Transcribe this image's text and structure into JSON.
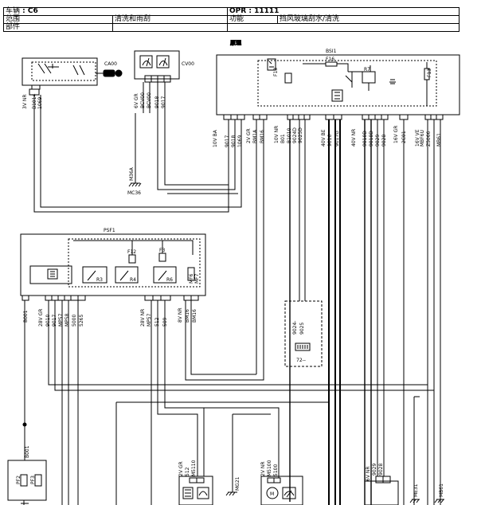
{
  "header": {
    "vehicle_label": "车辆",
    "vehicle_value": "C6",
    "opr_label": "OPR",
    "opr_value": "11111",
    "range_label": "范围",
    "range_value": "清洗和雨刮",
    "function_label": "功能",
    "function_value": "挡风玻璃刮水/清洗",
    "parts_label": "部件"
  },
  "title": "原理",
  "components": {
    "ca00": "CA00",
    "cv00": "CV00",
    "bsi1": "BSI1",
    "psf1": "PSF1",
    "mc36": "MC36",
    "m36a": "M36A",
    "bb01": "B001",
    "me31": "ME31",
    "mb61": "MB61",
    "mg21": "MG21",
    "fuse_f16": "F16",
    "fuse_f13": "F13",
    "fuse_f12": "F12",
    "fuse_f3": "F3",
    "relay_r7": "R7",
    "relay_r3": "R3",
    "relay_r4": "R4",
    "relay_r6": "R6",
    "unit_9024": "9024-",
    "unit_9025": "9025",
    "unit_72": "72--",
    "pf2": "PF2",
    "pf3": "PF3",
    "mf6": "MF6",
    "mf7": "MF7"
  },
  "wire_labels": {
    "ca00_conn": "3V NR",
    "ca00_w1": "B1014",
    "ca00_w2": "1069",
    "cv00_conn": "6V GR",
    "cv00_w1": "BCV00",
    "cv00_w2": "BCV00",
    "cv00_w3": "9018",
    "cv00_w4": "9017",
    "bsi_a_conn": "10V BA",
    "bsi_a_w1": "9017",
    "bsi_a_w2": "9018",
    "bsi_a_w3": "1069",
    "bsi_b_conn": "2V GR",
    "bsi_b_w1": "BM1A",
    "bsi_b_w2": "BM16",
    "bsi_c_conn": "10V NR",
    "bsi_c_w1": "B01",
    "bsi_c_w2": "B1010",
    "bsi_c_w3": "9024D",
    "bsi_c_w4": "9025D",
    "bsi_d_conn": "40V BE",
    "bsi_d_w1": "9016",
    "bsi_d_w2": "9017G",
    "bsi_e_conn": "40V NR",
    "bsi_e_w1": "9010D",
    "bsi_e_w2": "9018D",
    "bsi_e_w3": "9029",
    "bsi_e_w4": "9028",
    "bsi_f_conn": "16V GR",
    "bsi_f_w1": "2C01",
    "bsi_g_conn": "16V VE",
    "bsi_g_w1": "MBF6U",
    "bsi_g_w2": "Z5066",
    "bsi_g_w3": "MB61",
    "psf_a_conn": "28V GR",
    "psf_a_w1": "9010",
    "psf_a_w2": "9017",
    "psf_a_w3": "MP57",
    "psf_a_w4": "MP58",
    "psf_a_w5": "5000",
    "psf_a_w6": "5265",
    "psf_b_conn": "28V NR",
    "psf_b_w1": "MP57",
    "psf_b_w2": "512",
    "psf_b_w3": "509",
    "psf_c_conn": "8V NR",
    "psf_c_w1": "BM16",
    "psf_c_w2": "BM16",
    "psf_d": "B001",
    "bot_a_conn": "2V GR",
    "bot_a_w1": "512",
    "bot_a_w2": "M5110",
    "bot_b_conn": "2V NR",
    "bot_b_w1": "M5100",
    "bot_b_w2": "5100",
    "bot_c_conn": "6V NR",
    "bot_c_w1": "9029",
    "bot_c_w2": "9028"
  }
}
